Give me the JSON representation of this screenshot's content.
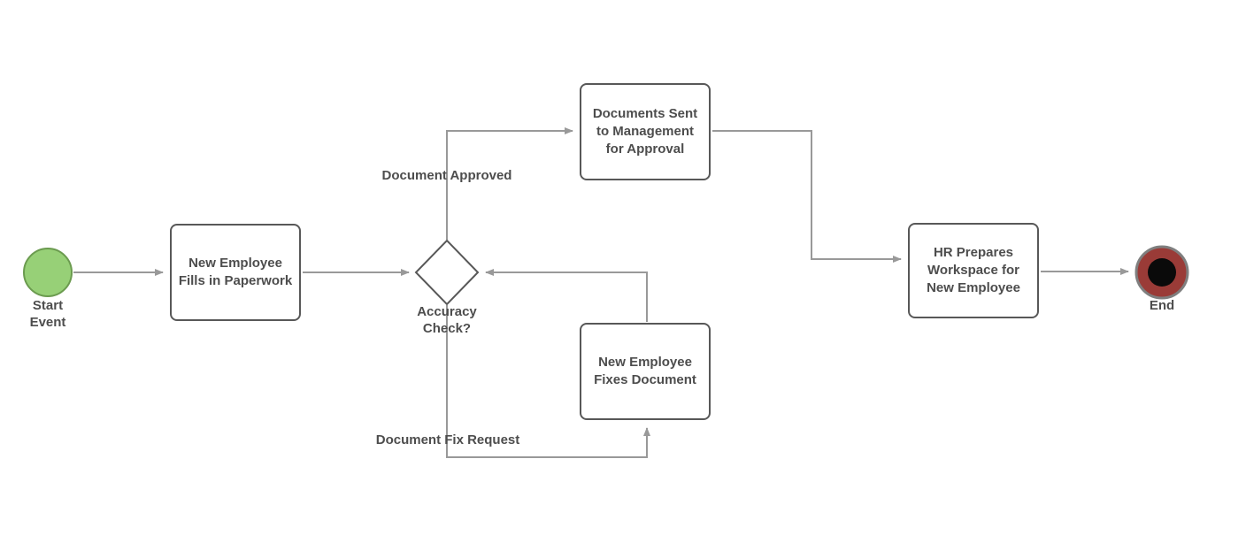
{
  "colors": {
    "connector": "#999999",
    "box_border": "#585858",
    "text": "#4d4d4d",
    "start_fill": "#97D077",
    "start_border": "#6B9B4F",
    "end_ring": "#9A3B37",
    "end_ring_border": "#7F7F7F",
    "end_center": "#0A0A0A"
  },
  "nodes": {
    "start_event": {
      "label": "Start\nEvent"
    },
    "fill_paperwork": {
      "label": "New Employee\nFills in Paperwork"
    },
    "accuracy_gateway": {
      "label": "Accuracy\nCheck?"
    },
    "send_management": {
      "label": "Documents Sent\nto Management\nfor Approval"
    },
    "fix_document": {
      "label": "New Employee\nFixes Document"
    },
    "hr_workspace": {
      "label": "HR Prepares\nWorkspace for\nNew Employee"
    },
    "end_event": {
      "label": "End"
    }
  },
  "edges": {
    "approved_label": "Document Approved",
    "fix_request_label": "Document Fix Request"
  }
}
